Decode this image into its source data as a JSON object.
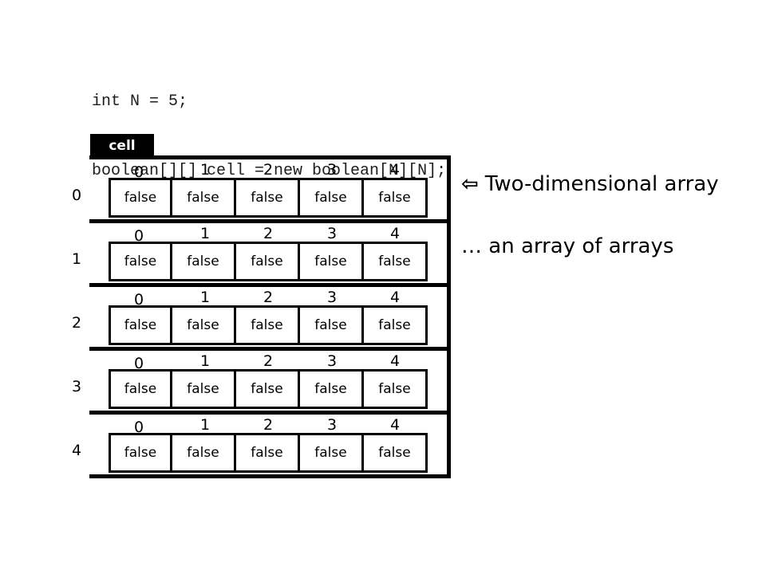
{
  "code": {
    "lines": [
      "int N = 5;",
      "boolean[][] cell = new boolean[N][N];"
    ]
  },
  "array": {
    "name": "cell",
    "row_indices": [
      "0",
      "1",
      "2",
      "3",
      "4"
    ],
    "col_indices": [
      "0",
      "1",
      "2",
      "3",
      "4"
    ],
    "rows": [
      [
        "false",
        "false",
        "false",
        "false",
        "false"
      ],
      [
        "false",
        "false",
        "false",
        "false",
        "false"
      ],
      [
        "false",
        "false",
        "false",
        "false",
        "false"
      ],
      [
        "false",
        "false",
        "false",
        "false",
        "false"
      ],
      [
        "false",
        "false",
        "false",
        "false",
        "false"
      ]
    ]
  },
  "captions": {
    "arrow_icon": "left-arrow-icon",
    "two_dimensional": "Two-dimensional array",
    "array_of_arrays": "… an array of arrays"
  }
}
